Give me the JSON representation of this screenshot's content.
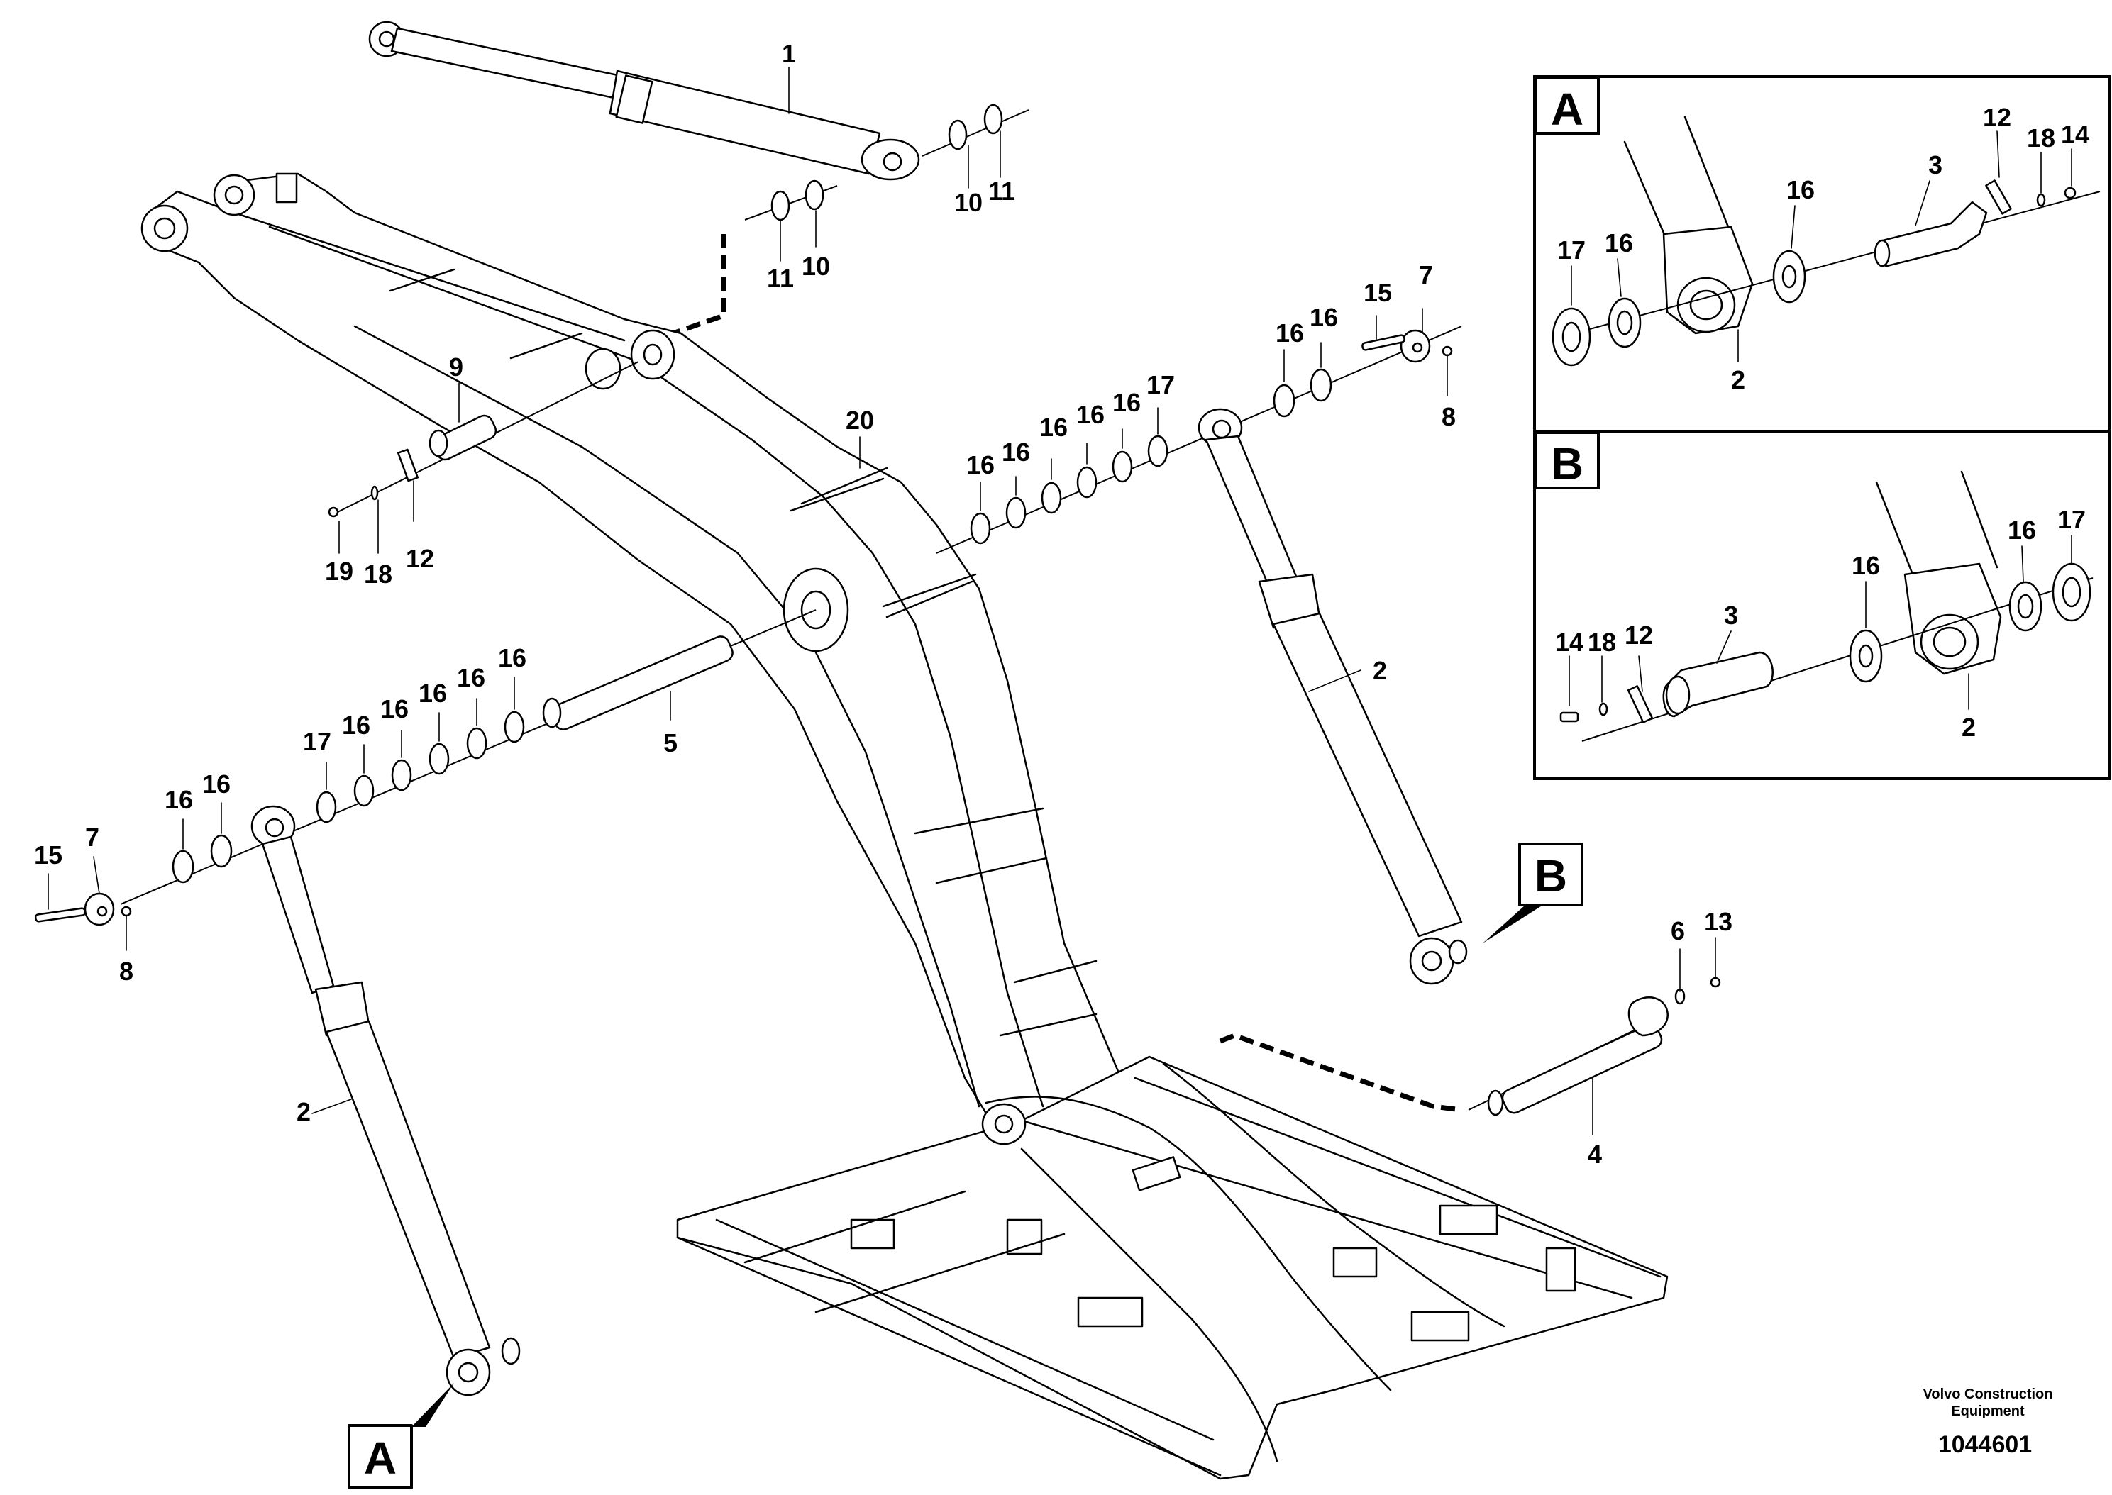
{
  "diagram": {
    "inset_a": {
      "label": "A",
      "callouts": [
        "17",
        "16",
        "2",
        "16",
        "3",
        "12",
        "18",
        "14"
      ]
    },
    "inset_b": {
      "label": "B",
      "callouts": [
        "14",
        "18",
        "12",
        "3",
        "16",
        "2",
        "16",
        "17"
      ]
    },
    "markers": {
      "a": "A",
      "b": "B"
    },
    "callouts": {
      "c1": "1",
      "c10a": "10",
      "c11a": "11",
      "c11b": "11",
      "c10b": "10",
      "c9": "9",
      "c20": "20",
      "c19": "19",
      "c18": "18",
      "c12": "12",
      "c15r": "15",
      "c7r": "7",
      "c8r": "8",
      "c16r1": "16",
      "c16r2": "16",
      "c16m1": "16",
      "c16m2": "16",
      "c16m3": "16",
      "c16m4": "16",
      "c16m5": "16",
      "c17m": "17",
      "c2r": "2",
      "c5": "5",
      "c17l": "17",
      "c16l1": "16",
      "c16l2": "16",
      "c16l3": "16",
      "c16l4": "16",
      "c16l5": "16",
      "c16f1": "16",
      "c16f2": "16",
      "c15l": "15",
      "c7l": "7",
      "c8l": "8",
      "c2l": "2",
      "c6": "6",
      "c13": "13",
      "c4": "4"
    },
    "footer": {
      "brand_line1": "Volvo Construction",
      "brand_line2": "Equipment",
      "drawing_number": "1044601"
    }
  }
}
